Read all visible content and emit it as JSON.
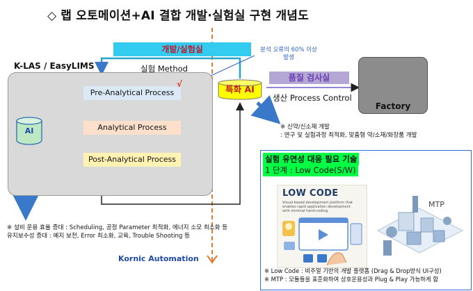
{
  "title": {
    "icon": "hollow-diamond-icon",
    "text": "랩 오토메이션+AI 결합 개발·실험실 구현 개념도"
  },
  "banner": {
    "dev_lab": "개발/실험실"
  },
  "lab": {
    "name": "K-LAS / EasyLIMS",
    "method": "실험 Method",
    "ai_label": "AI",
    "processes": [
      {
        "label": "Pre-Analytical Process",
        "check": "√"
      },
      {
        "label": "Analytical Process"
      },
      {
        "label": "Post-Analytical Process"
      }
    ]
  },
  "callout": {
    "line1": "분석 오류의 60% 이상",
    "line2": "발생"
  },
  "special_ai": {
    "label": "특화 AI"
  },
  "quality": {
    "label": "품질 검사실"
  },
  "production": {
    "label": "생산 Process Control"
  },
  "factory": {
    "label": "Factory"
  },
  "notes_right": [
    "※ 신약/신소재 개발",
    "   : 연구 및 실험과정 최적화, 맞춤형 약/소재/화장품 개발"
  ],
  "notes_left": [
    "※ 설비 운용 효율 증대 : Scheduling, 공정 Parameter 최적화, 에너지 소모 최소화 등",
    "   유지보수성 증대 : 예지 보전, Error 최소화, 교육, Trouble Shooting 등"
  ],
  "company": {
    "label": "Kornic Automation"
  },
  "tech": {
    "heading": "실험 유연성 대응 필요 기술",
    "step": "1 단계 : Low Code(S/W)",
    "lowcode_title": "LOW CODE",
    "lowcode_desc": "Visual-based development platform that enables rapid application development with minimal hand-coding.",
    "mtp_label": "MTP",
    "notes": [
      "※ Low Code : 비주얼 기반의 개발 플랫폼 (Drag & Drop방식 UI구성)",
      "※ MTP : 모듈들을 표준화하여 상호운용성과 Plug & Play 가능하게 함"
    ]
  },
  "colors": {
    "banner": "#33ccf0",
    "banner_text": "#c0182b",
    "special_ai_fill": "#ffff00",
    "quality_fill": "#b4a7d6",
    "factory_fill": "#8c8c8c",
    "arrow_blue": "#3a78c9",
    "divider": "#e07a2e",
    "tech_highlight": "#00ff44"
  }
}
